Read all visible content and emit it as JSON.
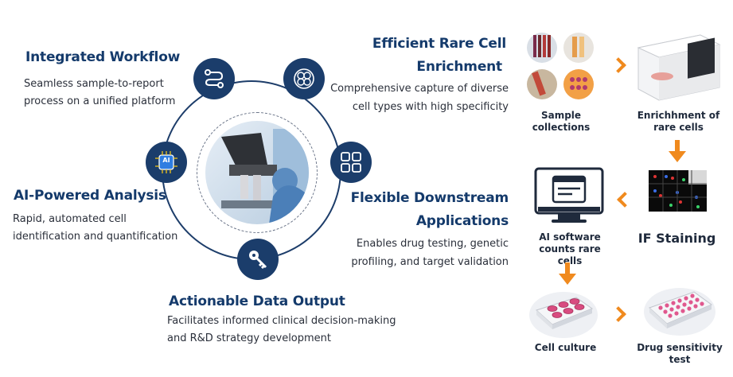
{
  "features": {
    "integrated": {
      "title": "Integrated Workflow",
      "desc1": "Seamless sample-to-report",
      "desc2": "process on a unified platform"
    },
    "enrichment": {
      "title1": "Efficient Rare Cell",
      "title2": "Enrichment",
      "desc1": "Comprehensive capture of diverse",
      "desc2": "cell types with high specificity"
    },
    "ai": {
      "title": "AI-Powered Analysis",
      "desc1": "Rapid, automated cell",
      "desc2": "identification and quantification"
    },
    "downstream": {
      "title1": "Flexible Downstream",
      "title2": "Applications",
      "desc1": "Enables drug testing, genetic",
      "desc2": "profiling, and target validation"
    },
    "output": {
      "title": "Actionable Data Output",
      "desc1": "Facilitates informed clinical decision-making",
      "desc2": "and R&D strategy development"
    }
  },
  "ai_chip_label": "AI",
  "workflow": {
    "sample": {
      "line1": "Sample",
      "line2": "collections"
    },
    "enrich": {
      "line1": "Enrichhment of",
      "line2": "rare cells"
    },
    "if_staining": "IF Staining",
    "ai_software": {
      "line1": "AI software",
      "line2": "counts rare cells"
    },
    "culture": "Cell culture",
    "drug": {
      "line1": "Drug sensitivity",
      "line2": "test"
    }
  },
  "colors": {
    "navy": "#1b3d6b",
    "orange": "#f08a1e",
    "heading": "#143a6b"
  }
}
